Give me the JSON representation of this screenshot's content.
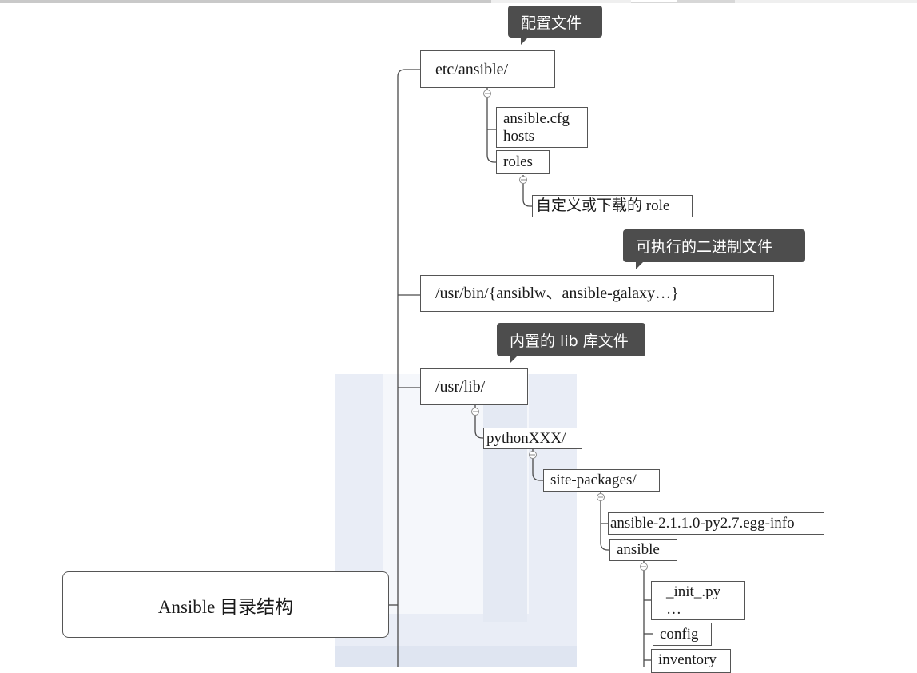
{
  "root": {
    "label": "Ansible 目录结构"
  },
  "callouts": {
    "config": "配置文件",
    "bin": "可执行的二进制文件",
    "lib": "内置的 lib 库文件"
  },
  "nodes": {
    "etc_ansible": "etc/ansible/",
    "ansible_cfg": "ansible.cfg",
    "hosts": "hosts",
    "roles": "roles",
    "custom_role": "自定义或下载的 role",
    "usr_bin": "/usr/bin/{ansiblw、ansible-galaxy…}",
    "usr_lib": "/usr/lib/",
    "python": "pythonXXX/",
    "site_packages": "site-packages/",
    "egg_info": "ansible-2.1.1.0-py2.7.egg-info",
    "ansible_pkg": "ansible",
    "init_py": "_init_.py",
    "ellipsis": "…",
    "config": "config",
    "inventory": "inventory"
  },
  "colors": {
    "callout_bg": "#4d4d4d",
    "line": "#4a4a4a",
    "border": "#555555"
  }
}
